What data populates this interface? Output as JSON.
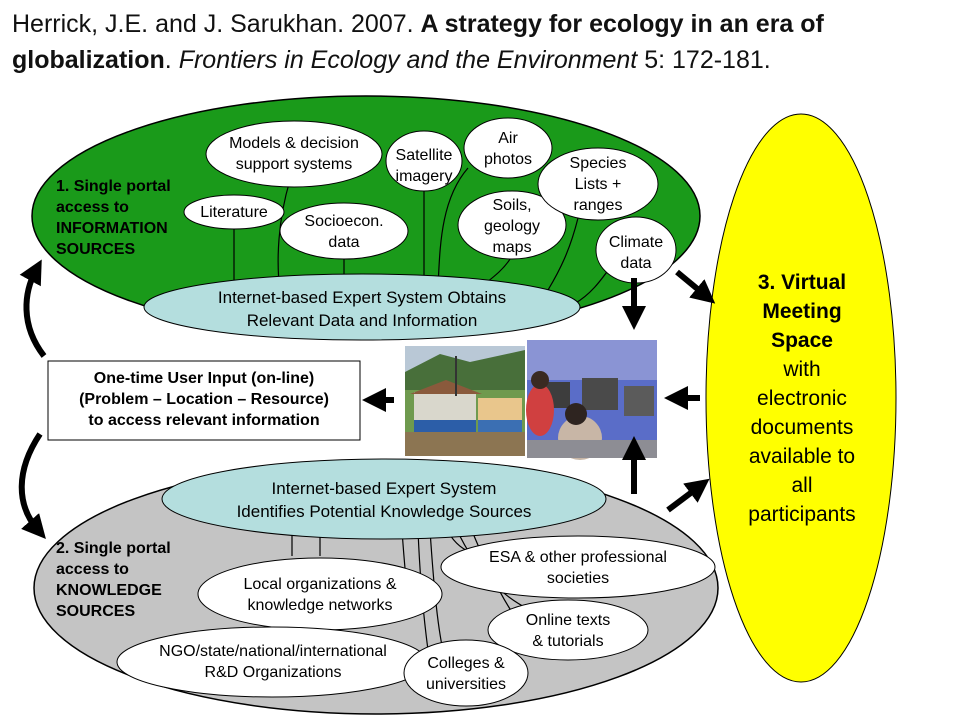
{
  "citation": {
    "authors": "Herrick, J.E. and J. Sarukhan. 2007.",
    "title": "A strategy for ecology in an era of globalization",
    "journal": "Frontiers in Ecology and the Environment",
    "volume_pages": "5: 172-181."
  },
  "info_section": {
    "heading_lines": [
      "1. Single portal",
      "access to",
      "INFORMATION",
      "SOURCES"
    ],
    "expert_system_lines": [
      "Internet-based Expert System Obtains",
      "Relevant Data and Information"
    ],
    "sources": {
      "models": [
        "Models & decision",
        "support systems"
      ],
      "literature": [
        "Literature"
      ],
      "socioecon": [
        "Socioecon.",
        "data"
      ],
      "satellite": [
        "Satellite",
        "imagery"
      ],
      "air_photos": [
        "Air",
        "photos"
      ],
      "soils": [
        "Soils,",
        "geology",
        "maps"
      ],
      "species": [
        "Species",
        "Lists +",
        "ranges"
      ],
      "climate": [
        "Climate",
        "data"
      ]
    }
  },
  "user_input": {
    "lines": [
      "One-time User Input (on-line)",
      "(Problem – Location – Resource)",
      "to access relevant information"
    ]
  },
  "knowledge_section": {
    "heading_lines": [
      "2. Single portal",
      "access to",
      "KNOWLEDGE",
      "SOURCES"
    ],
    "expert_system_lines": [
      "Internet-based Expert System",
      "Identifies Potential Knowledge Sources"
    ],
    "sources": {
      "esa": [
        "ESA & other professional",
        "societies"
      ],
      "local": [
        "Local organizations &",
        "knowledge networks"
      ],
      "online": [
        "Online texts",
        "& tutorials"
      ],
      "ngo": [
        "NGO/state/national/international",
        "R&D Organizations"
      ],
      "colleges": [
        "Colleges &",
        "universities"
      ]
    }
  },
  "meeting_space": {
    "bold_lines": [
      "3. Virtual",
      "Meeting",
      "Space"
    ],
    "lines": [
      "with",
      "electronic",
      "documents",
      "available to",
      "all",
      "participants"
    ]
  },
  "colors": {
    "info_green": "#1a9a1a",
    "knowledge_gray": "#c4c4c4",
    "expert_blue": "#b4dede",
    "meeting_yellow": "#ffff00"
  }
}
